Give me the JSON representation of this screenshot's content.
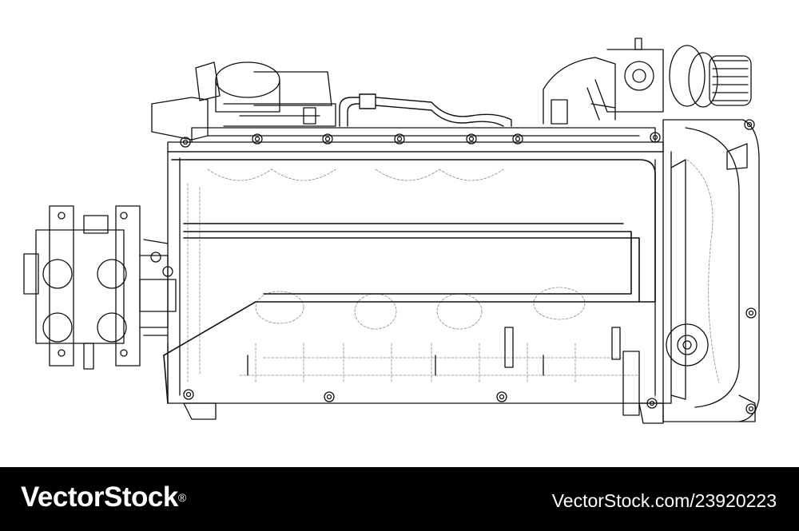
{
  "image": {
    "subject": "engine-wireframe",
    "line_color": "#111111",
    "ghost_line_color": "#8a8a8a",
    "background_color": "#ffffff"
  },
  "watermark": {
    "brand": "VectorStock",
    "brand_suffix": "®",
    "url": "VectorStock.com/23920223",
    "background_color": "#000000",
    "text_color": "#ffffff"
  }
}
